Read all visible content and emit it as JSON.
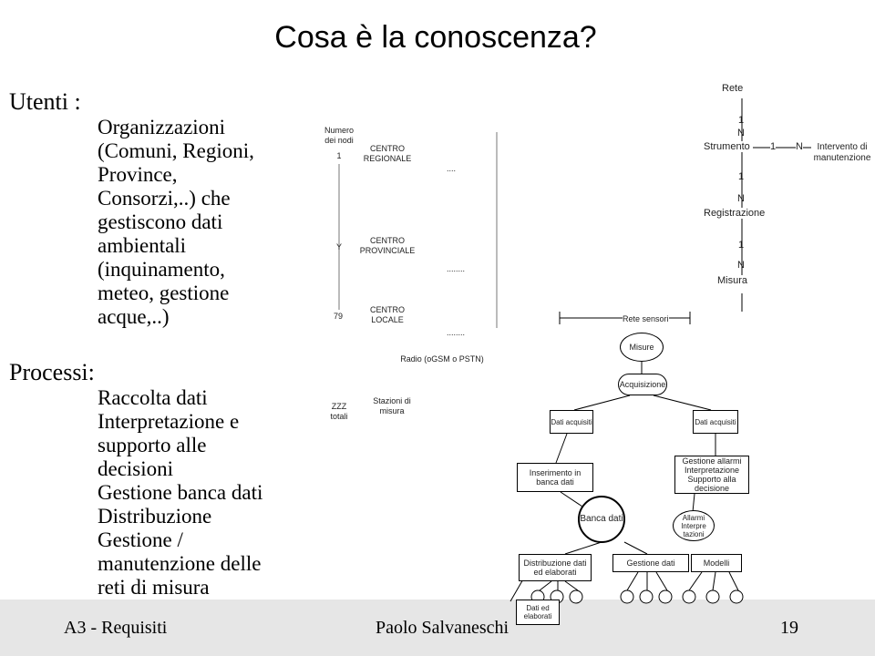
{
  "title": "Cosa è la conoscenza?",
  "utenti": {
    "heading": "Utenti :",
    "text_lines": [
      "Organizzazioni",
      "(Comuni, Regioni,",
      "Province,",
      "Consorzi,..) che",
      "gestiscono dati",
      "ambientali",
      "(inquinamento,",
      "meteo, gestione",
      "acque,..)"
    ]
  },
  "processi": {
    "heading": "Processi:",
    "items": [
      "Raccolta dati",
      "Interpretazione e",
      "supporto alle",
      "decisioni",
      "Gestione banca dati",
      "Distribuzione",
      "Gestione /",
      "manutenzione delle",
      "reti di misura"
    ]
  },
  "network": {
    "numero_nodi": "Numero dei nodi",
    "count_1": "1",
    "count_y": "Y",
    "count_79": "79",
    "centro_regionale": "CENTRO REGIONALE",
    "centro_provinciale": "CENTRO PROVINCIALE",
    "centro_locale": "CENTRO LOCALE",
    "dots1": "....",
    "dots2": "........",
    "dots3": "........",
    "radio": "Radio (oGSM o PSTN)",
    "zzz": "ZZZ totali",
    "stazioni": "Stazioni di misura"
  },
  "er": {
    "rete": "Rete",
    "c1": "1",
    "n1": "N",
    "strumento": "Strumento",
    "c2": "1",
    "n2": "N",
    "intervento": "Intervento di manutenzione",
    "c3": "1",
    "n3": "N",
    "registrazione": "Registrazione",
    "c4": "1",
    "n4": "N",
    "misura": "Misura",
    "rete_sensori": "Rete sensori"
  },
  "flow": {
    "misure": "Misure",
    "acquisizione": "Acquisizione",
    "dati_acquisiti_left": "Dati acquisiti",
    "dati_acquisiti_right": "Dati acquisiti",
    "inserimento": "Inserimento in banca dati",
    "gestione_allarmi": "Gestione allarmi Interpretazione Supporto alla decisione",
    "banca_dati": "Banca dati",
    "allarmi": "Allarmi Interpre tazioni",
    "distribuzione": "Distribuzione dati ed elaborati",
    "gestione_dati": "Gestione dati",
    "modelli": "Modelli",
    "dati_elaborati": "Dati ed elaborati"
  },
  "footer": {
    "left": "A3 - Requisiti",
    "center": "Paolo Salvaneschi",
    "page": "19"
  }
}
